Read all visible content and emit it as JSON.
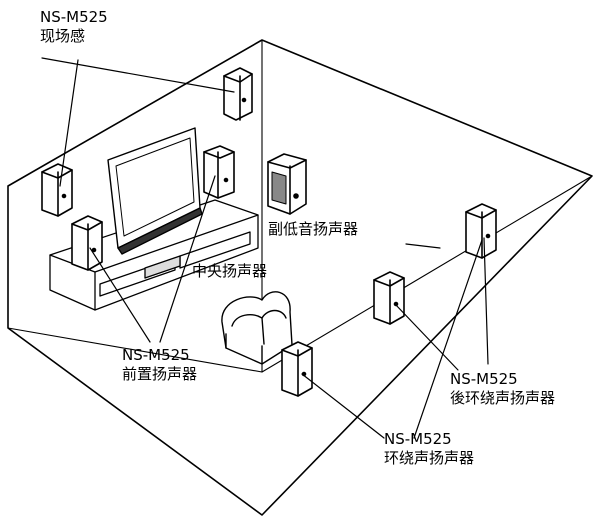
{
  "labels": {
    "presence": {
      "model": "NS-M525",
      "role": "现场感"
    },
    "subwoofer": {
      "role": "副低音扬声器"
    },
    "center": {
      "role": "中央扬声器"
    },
    "front": {
      "model": "NS-M525",
      "role": "前置扬声器"
    },
    "surround_back": {
      "model": "NS-M525",
      "role": "後环绕声扬声器"
    },
    "surround": {
      "model": "NS-M525",
      "role": "环绕声扬声器"
    }
  }
}
